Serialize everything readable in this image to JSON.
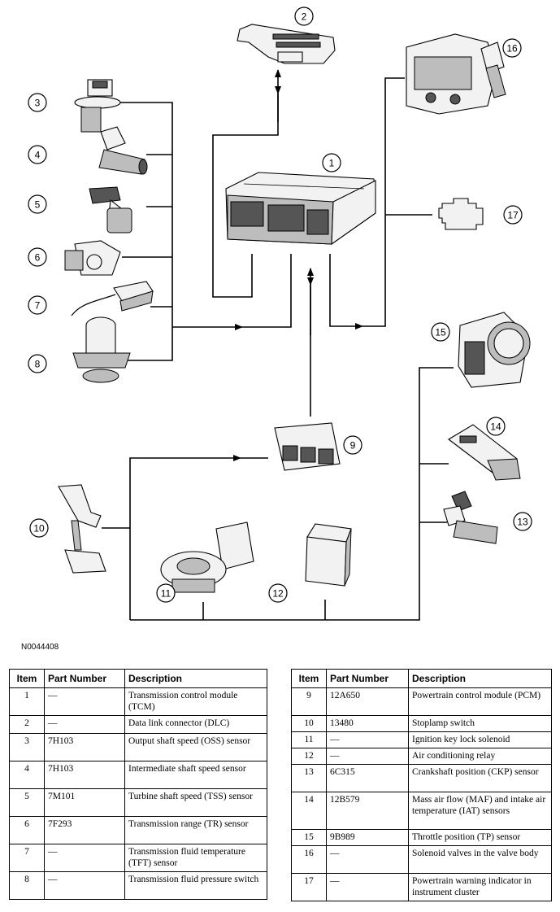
{
  "figure_id": "N0044408",
  "callouts": [
    "1",
    "2",
    "3",
    "4",
    "5",
    "6",
    "7",
    "8",
    "9",
    "10",
    "11",
    "12",
    "13",
    "14",
    "15",
    "16",
    "17"
  ],
  "headers": {
    "item": "Item",
    "part_number": "Part Number",
    "description": "Description"
  },
  "table_left": [
    {
      "item": "1",
      "part": "—",
      "desc": "Transmission control module (TCM)"
    },
    {
      "item": "2",
      "part": "—",
      "desc": "Data link connector (DLC)"
    },
    {
      "item": "3",
      "part": "7H103",
      "desc": "Output shaft speed (OSS) sensor"
    },
    {
      "item": "4",
      "part": "7H103",
      "desc": "Intermediate shaft speed sensor"
    },
    {
      "item": "5",
      "part": "7M101",
      "desc": "Turbine shaft speed (TSS) sensor"
    },
    {
      "item": "6",
      "part": "7F293",
      "desc": "Transmission range (TR) sensor"
    },
    {
      "item": "7",
      "part": "—",
      "desc": "Transmission fluid temperature (TFT) sensor"
    },
    {
      "item": "8",
      "part": "—",
      "desc": "Transmission fluid pressure switch"
    }
  ],
  "table_right": [
    {
      "item": "9",
      "part": "12A650",
      "desc": "Powertrain control module (PCM)"
    },
    {
      "item": "10",
      "part": "13480",
      "desc": "Stoplamp switch"
    },
    {
      "item": "11",
      "part": "—",
      "desc": "Ignition key lock solenoid"
    },
    {
      "item": "12",
      "part": "—",
      "desc": "Air conditioning relay"
    },
    {
      "item": "13",
      "part": "6C315",
      "desc": "Crankshaft position (CKP) sensor"
    },
    {
      "item": "14",
      "part": "12B579",
      "desc": "Mass air flow (MAF) and intake air temperature (IAT) sensors"
    },
    {
      "item": "15",
      "part": "9B989",
      "desc": "Throttle position (TP) sensor"
    },
    {
      "item": "16",
      "part": "—",
      "desc": "Solenoid valves in the valve body"
    },
    {
      "item": "17",
      "part": "—",
      "desc": "Powertrain warning indicator in instrument cluster"
    }
  ]
}
